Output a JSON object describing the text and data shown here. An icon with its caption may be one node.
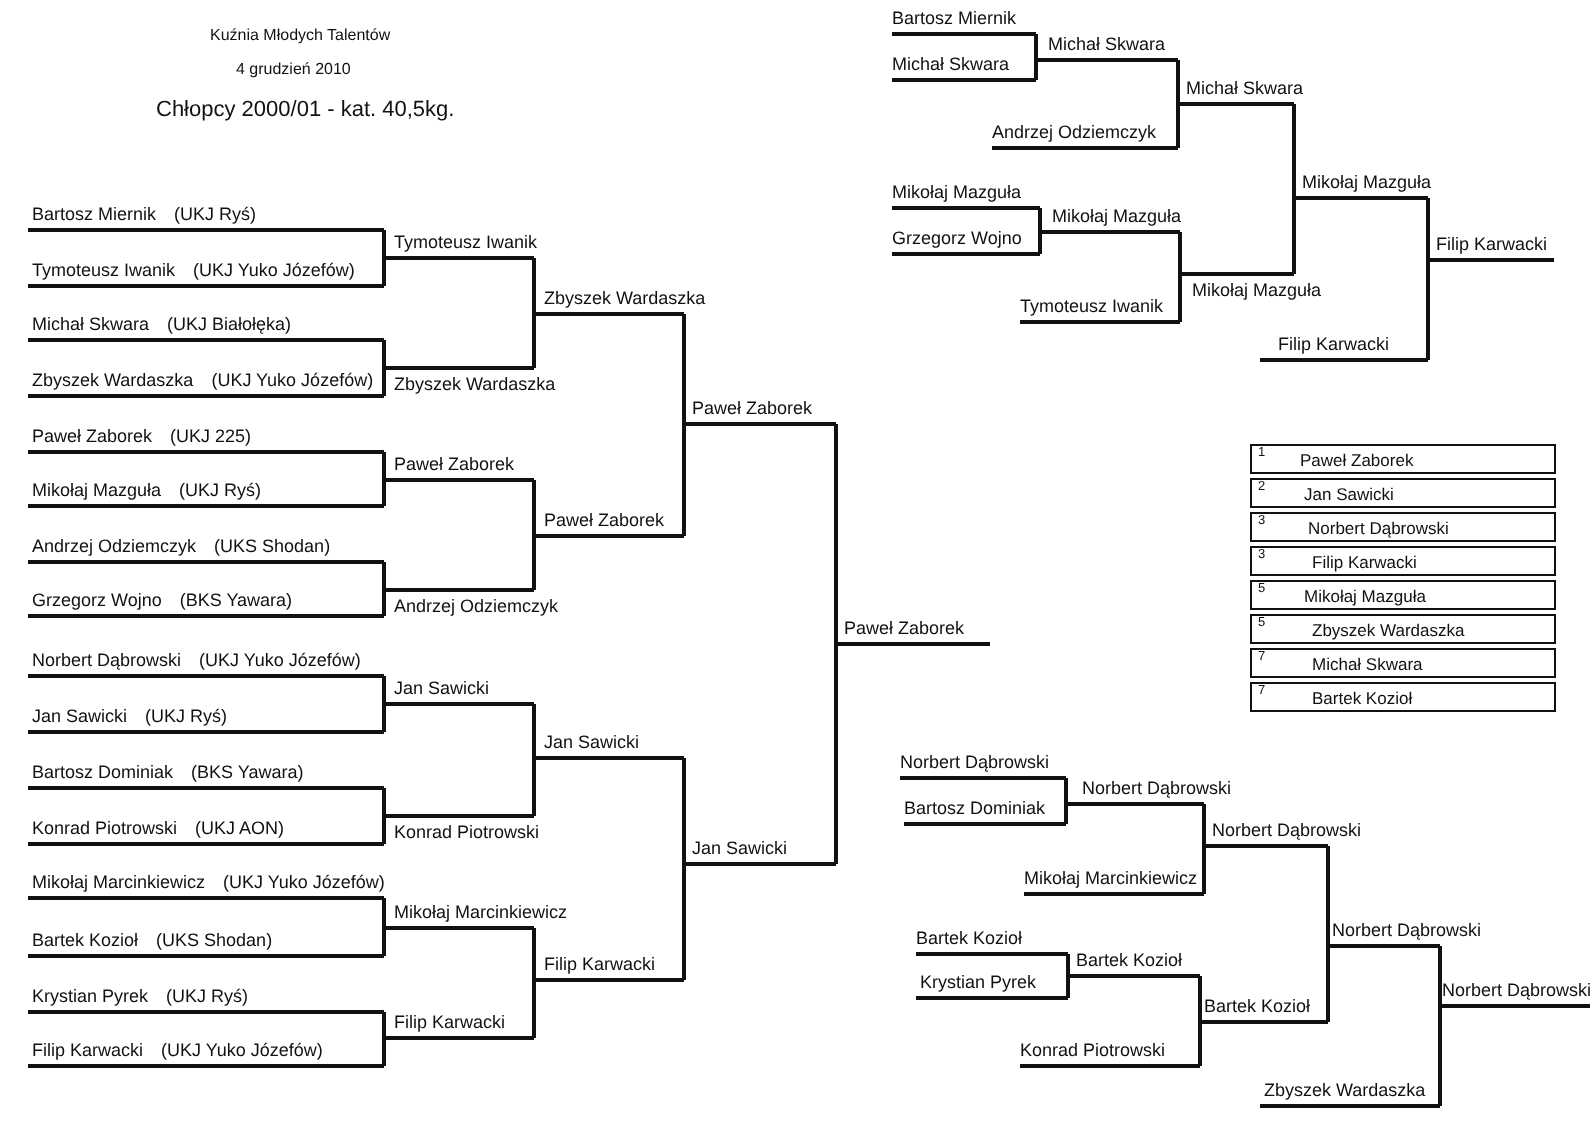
{
  "diagram": {
    "title": "Kuźnia Młodych Talentów",
    "nodes": [
      {
        "text": [
          "Bartosz Miernik",
          "(UKJ Ryś)"
        ]
      },
      {
        "text": [
          "Tymoteusz Iwanik",
          "(UKJ Yuko Józefów)"
        ]
      },
      {
        "text": [
          "Michał Skwara",
          "(UKJ Białołęka)"
        ]
      },
      {
        "text": [
          "Zbyszek Wardaszka",
          "(UKJ Yuko Józefów)"
        ]
      },
      {
        "text": [
          "Paweł Zaborek",
          "(UKJ 225)"
        ]
      },
      {
        "text": [
          "Mikołaj Mazguła",
          "(UKJ Ryś)"
        ]
      },
      {
        "text": [
          "Andrzej Odziemczyk",
          "(UKS Shodan)"
        ]
      },
      {
        "text": [
          "Grzegorz Wojno",
          "(BKS Yawara)"
        ]
      },
      {
        "text": [
          "Norbert Dąbrowski",
          "(UKJ Yuko Józefów)"
        ]
      },
      {
        "text": [
          "Jan Sawicki",
          "(UKJ Ryś)"
        ]
      },
      {
        "text": [
          "Bartosz Dominiak",
          "(BKS Yawara)"
        ]
      },
      {
        "text": [
          "Konrad Piotrowski",
          "(UKJ AON)"
        ]
      },
      {
        "text": [
          "Mikołaj Marcinkiewicz",
          "(UKJ Yuko Józefów)"
        ]
      },
      {
        "text": [
          "Bartek Kozioł",
          "(UKS Shodan)"
        ]
      },
      {
        "text": [
          "Krystian Pyrek",
          "(UKJ Ryś)"
        ]
      },
      {
        "text": [
          "Filip Karwacki",
          "(UKJ Yuko Józefów)"
        ]
      },
      {
        "text": [
          "Tymoteusz Iwanik"
        ]
      },
      {
        "text": [
          "Zbyszek Wardaszka"
        ]
      },
      {
        "text": [
          "Paweł Zaborek"
        ]
      },
      {
        "text": [
          "Andrzej Odziemczyk"
        ]
      },
      {
        "text": [
          "Jan Sawicki"
        ]
      },
      {
        "text": [
          "Konrad Piotrowski"
        ]
      },
      {
        "text": [
          "Mikołaj Marcinkiewicz"
        ]
      },
      {
        "text": [
          "Filip Karwacki"
        ]
      },
      {
        "text": [
          "Zbyszek Wardaszka"
        ]
      },
      {
        "text": [
          "Paweł Zaborek"
        ]
      },
      {
        "text": [
          "Jan Sawicki"
        ]
      },
      {
        "text": [
          "Filip Karwacki"
        ]
      },
      {
        "text": [
          "Paweł Zaborek"
        ]
      },
      {
        "text": [
          "Jan Sawicki"
        ]
      },
      {
        "text": [
          "Paweł Zaborek"
        ]
      },
      {
        "text": [
          "Bartosz Miernik"
        ]
      },
      {
        "text": [
          "Michał Skwara"
        ]
      },
      {
        "text": [
          "Michał Skwara"
        ]
      },
      {
        "text": [
          "Andrzej Odziemczyk"
        ]
      },
      {
        "text": [
          "Michał Skwara"
        ]
      },
      {
        "text": [
          "Mikołaj Mazguła"
        ]
      },
      {
        "text": [
          "Grzegorz Wojno"
        ]
      },
      {
        "text": [
          "Mikołaj Mazguła"
        ]
      },
      {
        "text": [
          "Tymoteusz Iwanik"
        ]
      },
      {
        "text": [
          "Mikołaj Mazguła"
        ]
      },
      {
        "text": [
          "Mikołaj Mazguła"
        ]
      },
      {
        "text": [
          "Filip Karwacki"
        ]
      },
      {
        "text": [
          "Filip Karwacki"
        ]
      },
      {
        "text": [
          "Norbert Dąbrowski"
        ]
      },
      {
        "text": [
          "Bartosz Dominiak"
        ]
      },
      {
        "text": [
          "Norbert Dąbrowski"
        ]
      },
      {
        "text": [
          "Mikołaj Marcinkiewicz"
        ]
      },
      {
        "text": [
          "Norbert Dąbrowski"
        ]
      },
      {
        "text": [
          "Bartek Kozioł"
        ]
      },
      {
        "text": [
          "Krystian Pyrek"
        ]
      },
      {
        "text": [
          "Bartek Kozioł"
        ]
      },
      {
        "text": [
          "Konrad Piotrowski"
        ]
      },
      {
        "text": [
          "Bartek Kozioł"
        ]
      },
      {
        "text": [
          "Norbert Dąbrowski"
        ]
      },
      {
        "text": [
          "Zbyszek Wardaszka"
        ]
      },
      {
        "text": [
          "Norbert Dąbrowski"
        ]
      }
    ],
    "edges": [
      {
        "from": 0,
        "to": 16,
        "arrow": "none"
      },
      {
        "from": 1,
        "to": 16,
        "arrow": "none"
      },
      {
        "from": 2,
        "to": 17,
        "arrow": "none"
      },
      {
        "from": 3,
        "to": 17,
        "arrow": "none"
      },
      {
        "from": 4,
        "to": 18,
        "arrow": "none"
      },
      {
        "from": 5,
        "to": 18,
        "arrow": "none"
      },
      {
        "from": 6,
        "to": 19,
        "arrow": "none"
      },
      {
        "from": 7,
        "to": 19,
        "arrow": "none"
      },
      {
        "from": 8,
        "to": 20,
        "arrow": "none"
      },
      {
        "from": 9,
        "to": 20,
        "arrow": "none"
      },
      {
        "from": 10,
        "to": 21,
        "arrow": "none"
      },
      {
        "from": 11,
        "to": 21,
        "arrow": "none"
      },
      {
        "from": 12,
        "to": 22,
        "arrow": "none"
      },
      {
        "from": 13,
        "to": 22,
        "arrow": "none"
      },
      {
        "from": 14,
        "to": 23,
        "arrow": "none"
      },
      {
        "from": 15,
        "to": 23,
        "arrow": "none"
      },
      {
        "from": 16,
        "to": 24,
        "arrow": "none"
      },
      {
        "from": 17,
        "to": 24,
        "arrow": "none"
      },
      {
        "from": 18,
        "to": 25,
        "arrow": "none"
      },
      {
        "from": 19,
        "to": 25,
        "arrow": "none"
      },
      {
        "from": 20,
        "to": 26,
        "arrow": "none"
      },
      {
        "from": 21,
        "to": 26,
        "arrow": "none"
      },
      {
        "from": 22,
        "to": 27,
        "arrow": "none"
      },
      {
        "from": 23,
        "to": 27,
        "arrow": "none"
      },
      {
        "from": 24,
        "to": 28,
        "arrow": "none"
      },
      {
        "from": 25,
        "to": 28,
        "arrow": "none"
      },
      {
        "from": 26,
        "to": 29,
        "arrow": "none"
      },
      {
        "from": 27,
        "to": 29,
        "arrow": "none"
      },
      {
        "from": 28,
        "to": 30,
        "arrow": "none"
      },
      {
        "from": 29,
        "to": 30,
        "arrow": "none"
      },
      {
        "from": 31,
        "to": 33,
        "arrow": "none"
      },
      {
        "from": 32,
        "to": 33,
        "arrow": "none"
      },
      {
        "from": 33,
        "to": 35,
        "arrow": "none"
      },
      {
        "from": 34,
        "to": 35,
        "arrow": "none"
      },
      {
        "from": 36,
        "to": 38,
        "arrow": "none"
      },
      {
        "from": 37,
        "to": 38,
        "arrow": "none"
      },
      {
        "from": 38,
        "to": 40,
        "arrow": "none"
      },
      {
        "from": 39,
        "to": 40,
        "arrow": "none"
      },
      {
        "from": 35,
        "to": 41,
        "arrow": "none"
      },
      {
        "from": 40,
        "to": 41,
        "arrow": "none"
      },
      {
        "from": 41,
        "to": 43,
        "arrow": "none"
      },
      {
        "from": 42,
        "to": 43,
        "arrow": "none"
      },
      {
        "from": 44,
        "to": 46,
        "arrow": "none"
      },
      {
        "from": 45,
        "to": 46,
        "arrow": "none"
      },
      {
        "from": 46,
        "to": 48,
        "arrow": "none"
      },
      {
        "from": 47,
        "to": 48,
        "arrow": "none"
      },
      {
        "from": 49,
        "to": 51,
        "arrow": "none"
      },
      {
        "from": 50,
        "to": 51,
        "arrow": "none"
      },
      {
        "from": 51,
        "to": 53,
        "arrow": "none"
      },
      {
        "from": 52,
        "to": 53,
        "arrow": "none"
      },
      {
        "from": 48,
        "to": 54,
        "arrow": "none"
      },
      {
        "from": 53,
        "to": 54,
        "arrow": "none"
      },
      {
        "from": 54,
        "to": 56,
        "arrow": "none"
      },
      {
        "from": 55,
        "to": 56,
        "arrow": "none"
      }
    ],
    "labels": [
      "4 grudzień 2010",
      "Chłopcy 2000/01 - kat. 40,5kg.",
      "1",
      "Paweł Zaborek",
      "2",
      "Jan Sawicki",
      "3",
      "Norbert Dąbrowski",
      "3",
      "Filip Karwacki",
      "5",
      "Mikołaj Mazguła",
      "5",
      "Zbyszek Wardaszka",
      "7",
      "Michał Skwara",
      "7",
      "Bartek Kozioł"
    ]
  }
}
